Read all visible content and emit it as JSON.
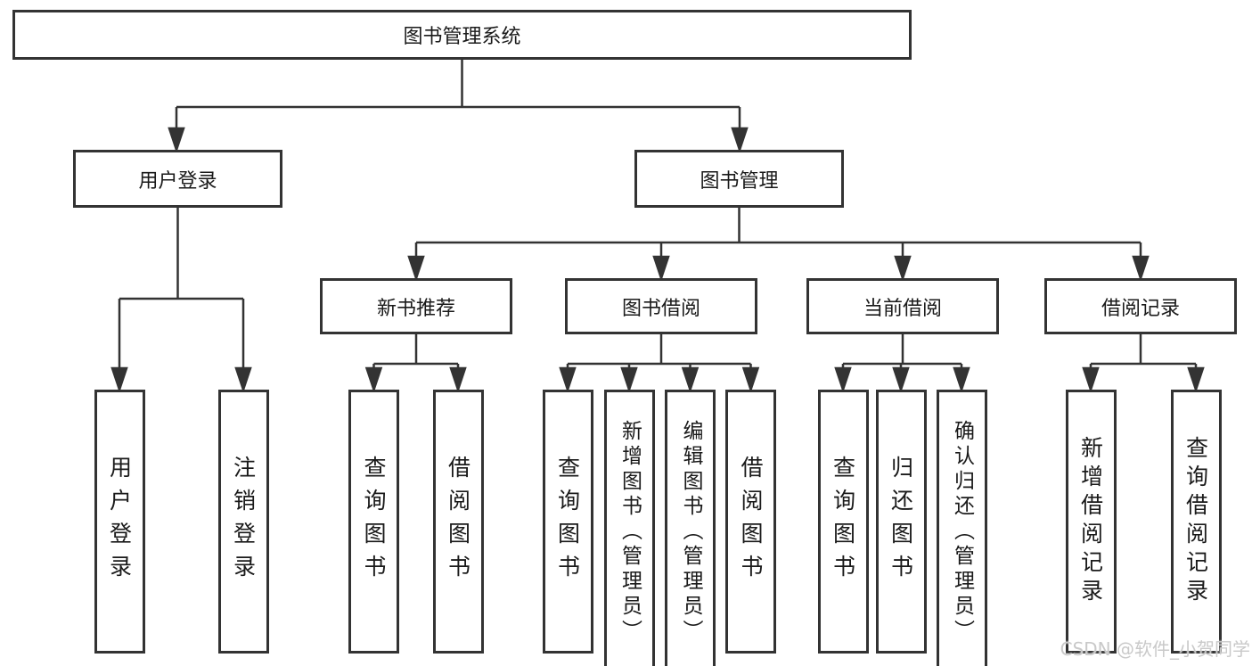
{
  "diagram_type": "tree-structure",
  "nodes": {
    "root": "图书管理系统",
    "user_login": "用户登录",
    "book_management": "图书管理",
    "new_book_recommend": "新书推荐",
    "book_borrowing": "图书借阅",
    "current_borrowing": "当前借阅",
    "borrowing_records": "借阅记录"
  },
  "leaves": {
    "user_login": [
      "用户登录",
      "注销登录"
    ],
    "new_book_recommend": [
      "查询图书",
      "借阅图书"
    ],
    "book_borrowing": [
      "查询图书",
      "新增图书（管理员）",
      "编辑图书（管理员）",
      "借阅图书"
    ],
    "current_borrowing": [
      "查询图书",
      "归还图书",
      "确认归还（管理员）"
    ],
    "borrowing_records": [
      "新增借阅记录",
      "查询借阅记录"
    ]
  },
  "watermark": "CSDN @软件_小贺同学",
  "colors": {
    "line": "#333333",
    "box_border": "#333333",
    "text": "#1a1a1a",
    "watermark": "#c9c9c9",
    "background": "#ffffff"
  }
}
